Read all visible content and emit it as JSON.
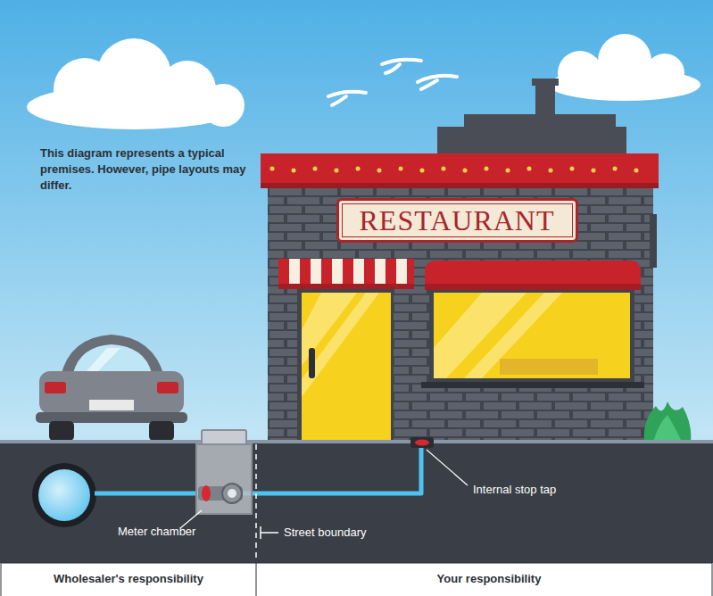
{
  "diagram": {
    "nodes": [
      {
        "text": [
          "RESTAURANT"
        ]
      }
    ],
    "labels": [
      "This diagram represents a typical premises. However, pipe layouts may differ.",
      "Meter chamber",
      "Street boundary",
      "Internal stop tap",
      "Wholesaler's responsibility",
      "Your responsibility"
    ]
  }
}
